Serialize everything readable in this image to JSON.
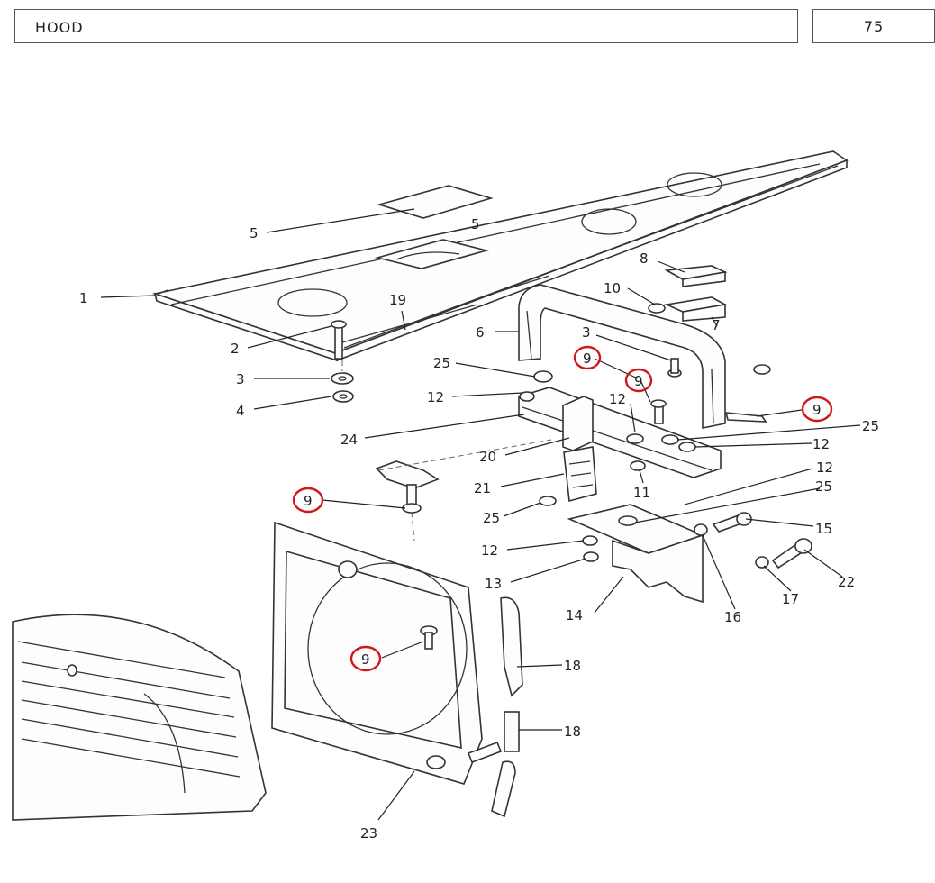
{
  "header": {
    "title": "HOOD",
    "page_number": "75"
  },
  "callouts": [
    {
      "id": "c1",
      "text": "1"
    },
    {
      "id": "c2",
      "text": "2"
    },
    {
      "id": "c3a",
      "text": "3"
    },
    {
      "id": "c4",
      "text": "4"
    },
    {
      "id": "c5",
      "text": "5"
    },
    {
      "id": "c5b",
      "text": "5"
    },
    {
      "id": "c19",
      "text": "19"
    },
    {
      "id": "c8",
      "text": "8"
    },
    {
      "id": "c10",
      "text": "10"
    },
    {
      "id": "c7",
      "text": "7"
    },
    {
      "id": "c6",
      "text": "6"
    },
    {
      "id": "c3b",
      "text": "3"
    },
    {
      "id": "c25a",
      "text": "25"
    },
    {
      "id": "c12a",
      "text": "12"
    },
    {
      "id": "c12b",
      "text": "12"
    },
    {
      "id": "c24",
      "text": "24"
    },
    {
      "id": "c20",
      "text": "20"
    },
    {
      "id": "c25b",
      "text": "25"
    },
    {
      "id": "c12c",
      "text": "12"
    },
    {
      "id": "c11",
      "text": "11"
    },
    {
      "id": "c12d",
      "text": "12"
    },
    {
      "id": "c21",
      "text": "21"
    },
    {
      "id": "c25c",
      "text": "25"
    },
    {
      "id": "c25d",
      "text": "25"
    },
    {
      "id": "c15",
      "text": "15"
    },
    {
      "id": "c12e",
      "text": "12"
    },
    {
      "id": "c13",
      "text": "13"
    },
    {
      "id": "c22",
      "text": "22"
    },
    {
      "id": "c14",
      "text": "14"
    },
    {
      "id": "c16",
      "text": "16"
    },
    {
      "id": "c17",
      "text": "17"
    },
    {
      "id": "c18a",
      "text": "18"
    },
    {
      "id": "c18b",
      "text": "18"
    },
    {
      "id": "c23",
      "text": "23"
    }
  ],
  "highlighted_callouts": [
    {
      "id": "h1",
      "text": "9"
    },
    {
      "id": "h2",
      "text": "9"
    },
    {
      "id": "h3",
      "text": "9"
    },
    {
      "id": "h4",
      "text": "9"
    },
    {
      "id": "h5",
      "text": "9"
    }
  ],
  "highlight_color": "#d01818"
}
